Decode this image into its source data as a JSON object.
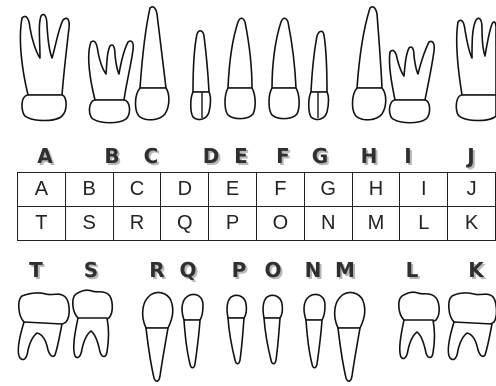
{
  "upper_letters": [
    "A",
    "B",
    "C",
    "D",
    "E",
    "F",
    "G",
    "H",
    "I",
    "J"
  ],
  "lower_letters": [
    "T",
    "S",
    "R",
    "Q",
    "P",
    "O",
    "N",
    "M",
    "L",
    "K"
  ],
  "table": {
    "rows": [
      [
        "A",
        "B",
        "C",
        "D",
        "E",
        "F",
        "G",
        "H",
        "I",
        "J"
      ],
      [
        "T",
        "S",
        "R",
        "Q",
        "P",
        "O",
        "N",
        "M",
        "L",
        "K"
      ]
    ]
  }
}
